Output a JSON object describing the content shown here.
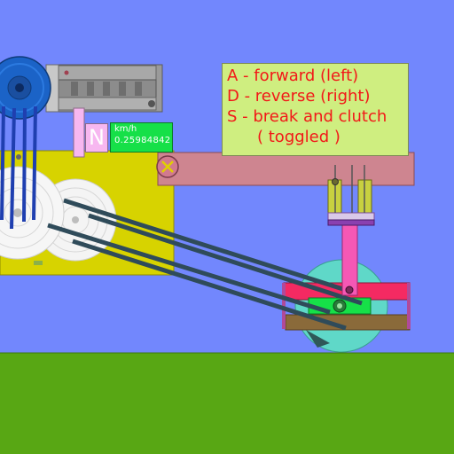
{
  "instructions": {
    "lines": [
      "A - forward (left)",
      "D - reverse (right)",
      "S - break and clutch",
      "( toggled )"
    ]
  },
  "hud": {
    "gear": "N",
    "speed_unit": "km/h",
    "speed_value": "0.25984842"
  },
  "colors": {
    "sky": "#7287fd",
    "ground": "#58a714",
    "chassis": "#d7d300",
    "beam": "#ce8590",
    "wheel": "#5fd8c8",
    "pusher": "#f558b5",
    "rod": "#2f4b5a",
    "motor_blue": "#1b63c7",
    "label_text": "#f21818"
  },
  "icons": {
    "pivot": "x-pivot-icon",
    "screw": "screw-icon"
  }
}
